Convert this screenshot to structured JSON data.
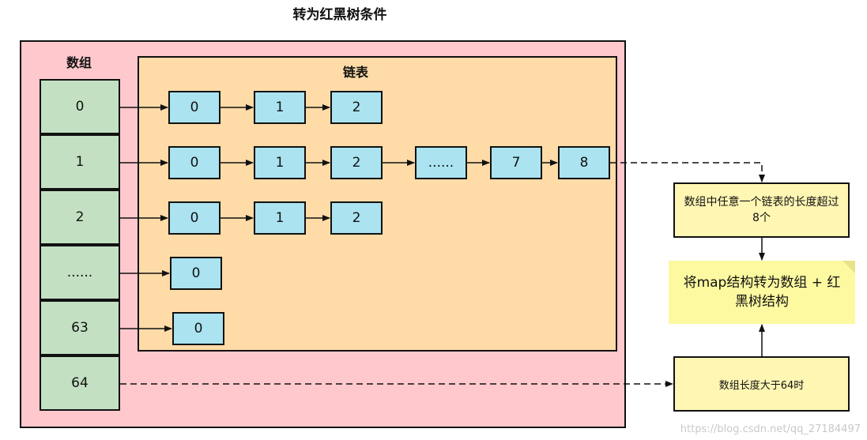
{
  "title": "转为红黑树条件",
  "array_label": "数组",
  "list_label": "链表",
  "array_cells": [
    "0",
    "1",
    "2",
    "......",
    "63",
    "64"
  ],
  "rows": [
    [
      "0",
      "1",
      "2"
    ],
    [
      "0",
      "1",
      "2",
      "......",
      "7",
      "8"
    ],
    [
      "0",
      "1",
      "2"
    ],
    [
      "0"
    ],
    [
      "0"
    ]
  ],
  "cond_list_text": "数组中任意一个链表的长度超过8个",
  "cond_array_text": "数组长度大于64时",
  "result_text": "将map结构转为数组 + 红黑树结构",
  "watermark": "https://blog.csdn.net/qq_27184497",
  "colors": {
    "outer_bg": "#ffc8cd",
    "list_bg": "#ffdba8",
    "cell_bg": "#c3e0c3",
    "node_bg": "#abe3f0",
    "condition_bg": "#fff6b3",
    "note_bg": "#fdf9a0"
  }
}
